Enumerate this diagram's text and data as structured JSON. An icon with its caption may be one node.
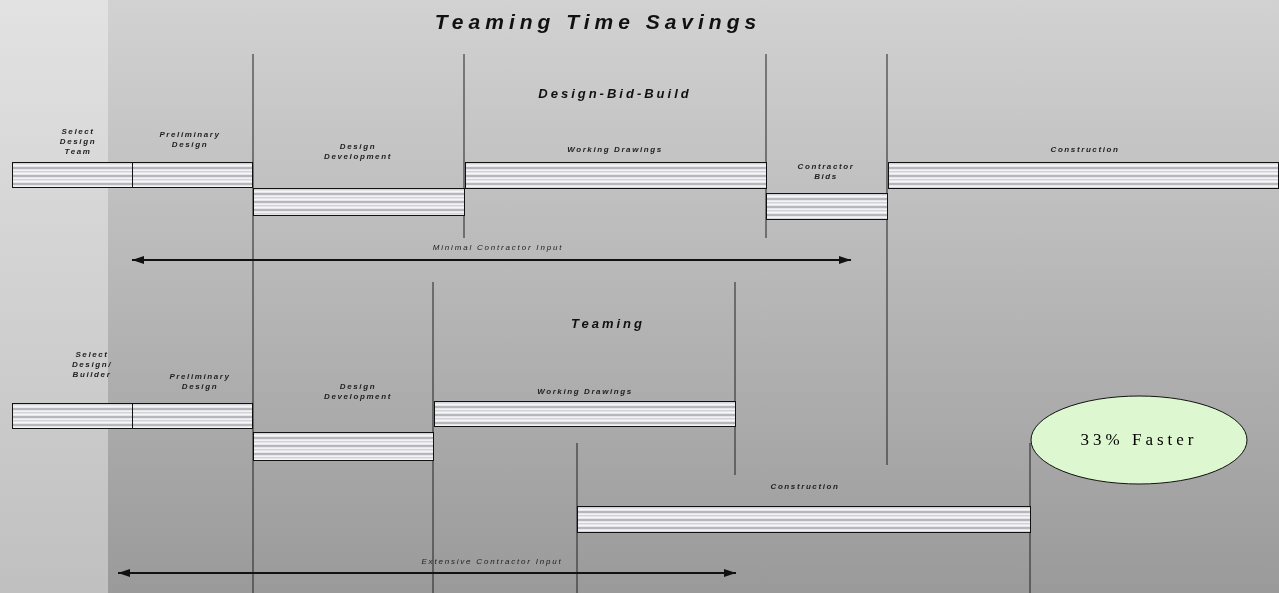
{
  "diagram": {
    "title": "Teaming Time Savings",
    "nodes": [
      {
        "text": [
          "Select Design Team"
        ]
      },
      {
        "text": [
          "Preliminary Design"
        ]
      },
      {
        "text": [
          "Design Development"
        ]
      },
      {
        "text": [
          "Working Drawings"
        ]
      },
      {
        "text": [
          "Contractor Bids"
        ]
      },
      {
        "text": [
          "Construction"
        ]
      },
      {
        "text": [
          "Select Design/ Builder"
        ]
      },
      {
        "text": [
          "Preliminary Design"
        ]
      },
      {
        "text": [
          "Design Development"
        ]
      },
      {
        "text": [
          "Working Drawings"
        ]
      },
      {
        "text": [
          "Construction"
        ]
      },
      {
        "text": [
          "33% Faster"
        ]
      }
    ],
    "labels": [
      "Design-Bid-Build",
      "Minimal Contractor Input",
      "Teaming",
      "Extensive Contractor Input"
    ]
  }
}
